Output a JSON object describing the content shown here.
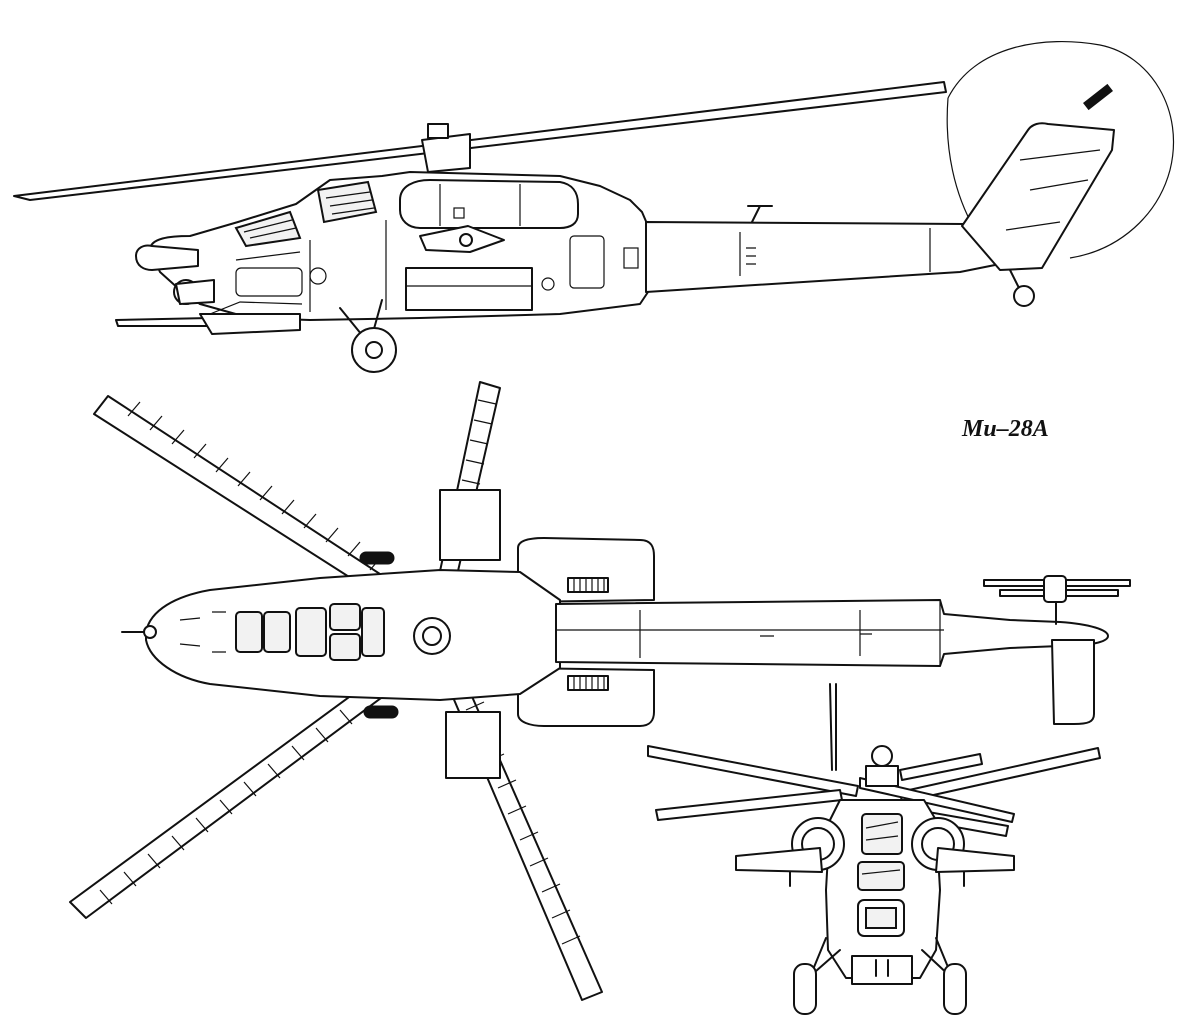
{
  "diagram": {
    "model_label": "Ми–28А",
    "views": [
      "side-view",
      "top-view",
      "front-view"
    ],
    "colors": {
      "ink": "#111111",
      "paper": "#ffffff"
    }
  }
}
